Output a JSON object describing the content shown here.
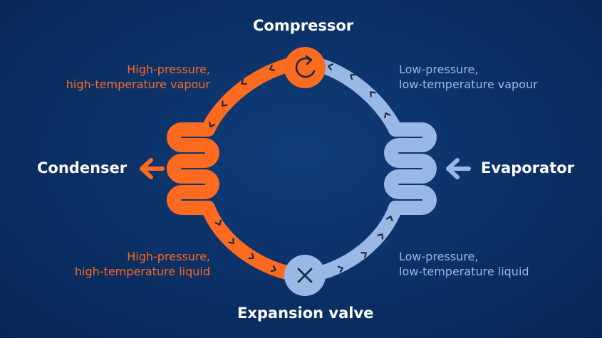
{
  "colors": {
    "hot": "#ff6a21",
    "cold": "#9ab8e6",
    "background": "#0b3268",
    "text": "#ffffff",
    "arrow_dark": "#1b2a44"
  },
  "components": {
    "compressor": {
      "label": "Compressor",
      "icon": "rotate-icon"
    },
    "condenser": {
      "label": "Condenser",
      "icon": "heat-out-arrow-icon"
    },
    "evaporator": {
      "label": "Evaporator",
      "icon": "heat-in-arrow-icon"
    },
    "expansion_valve": {
      "label": "Expansion valve",
      "icon": "x-cross-icon"
    }
  },
  "states": {
    "hp_vapour": {
      "line1": "High-pressure,",
      "line2": "high-temperature vapour"
    },
    "lp_vapour": {
      "line1": "Low-pressure,",
      "line2": "low-temperature vapour"
    },
    "hp_liquid": {
      "line1": "High-pressure,",
      "line2": "high-temperature liquid"
    },
    "lp_liquid": {
      "line1": "Low-pressure,",
      "line2": "low-temperature liquid"
    }
  }
}
